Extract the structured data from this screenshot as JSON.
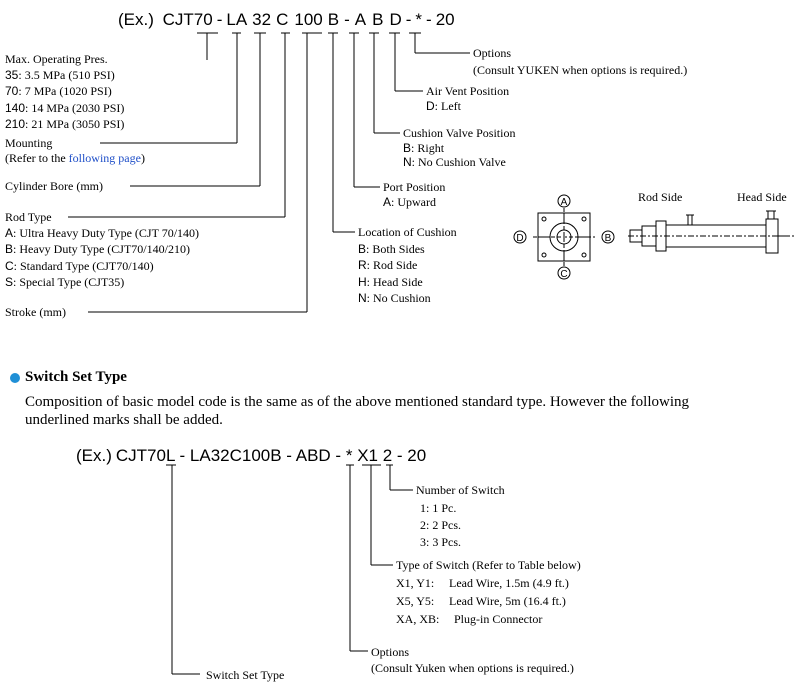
{
  "model_code": {
    "prefix": "(Ex.)",
    "parts": [
      "CJT70",
      "-",
      "LA",
      "32",
      "C",
      "100",
      "B",
      "-",
      "A",
      "B",
      "D",
      "-",
      "*",
      "-",
      "20"
    ]
  },
  "left_labels": {
    "max_pres_title": "Max. Operating Pres.",
    "pres_items": [
      {
        "code": "35",
        "text": ": 3.5 MPa (510 PSI)"
      },
      {
        "code": "70",
        "text": ": 7 MPa (1020 PSI)"
      },
      {
        "code": "140",
        "text": ": 14 MPa (2030 PSI)"
      },
      {
        "code": "210",
        "text": ": 21 MPa (3050 PSI)"
      }
    ],
    "mounting_title": "Mounting",
    "mounting_note_prefix": "(Refer to the ",
    "mounting_note_link": "following page",
    "mounting_note_suffix": ")",
    "bore": "Cylinder Bore (mm)",
    "rod_type_title": "Rod Type",
    "rod_items": [
      {
        "code": "A",
        "text": ": Ultra Heavy Duty Type (CJT 70/140)"
      },
      {
        "code": "B",
        "text": ": Heavy Duty Type (CJT70/140/210)"
      },
      {
        "code": "C",
        "text": ": Standard Type (CJT70/140)"
      },
      {
        "code": "S",
        "text": ": Special Type (CJT35)"
      }
    ],
    "stroke": "Stroke (mm)"
  },
  "right_labels": {
    "options_title": "Options",
    "options_note": "(Consult YUKEN when options is required.)",
    "air_vent_title": "Air Vent Position",
    "air_vent_code": "D",
    "air_vent_text": ": Left",
    "cushion_valve_title": "Cushion Valve Position",
    "cushion_valve_items": [
      {
        "code": "B",
        "text": ": Right"
      },
      {
        "code": "N",
        "text": ": No Cushion Valve"
      }
    ],
    "port_title": "Port Position",
    "port_code": "A",
    "port_text": ": Upward",
    "cushion_loc_title": "Location of Cushion",
    "cushion_loc_items": [
      {
        "code": "B",
        "text": ": Both Sides"
      },
      {
        "code": "R",
        "text": ": Rod Side"
      },
      {
        "code": "H",
        "text": ": Head Side"
      },
      {
        "code": "N",
        "text": ": No Cushion"
      }
    ]
  },
  "diagram": {
    "pos_a": "A",
    "pos_b": "B",
    "pos_c": "C",
    "pos_d": "D",
    "rod_side": "Rod Side",
    "head_side": "Head Side"
  },
  "switch_section": {
    "title": "Switch Set Type",
    "desc_line1": "Composition of basic model code is the same as of the above mentioned standard type.  However the following",
    "desc_line2": "underlined marks shall be added.",
    "code_prefix": "(Ex.)",
    "code_parts": [
      "CJT70",
      "L",
      " - LA32C100B - ABD - ",
      "*",
      " ",
      "X1",
      " ",
      "2",
      " - 20"
    ],
    "num_switch_title": "Number of Switch",
    "num_switch_items": [
      "1: 1 Pc.",
      "2: 2 Pcs.",
      "3: 3 Pcs."
    ],
    "type_switch_title": "Type of Switch (Refer to Table below)",
    "type_switch_items": [
      {
        "code": "X1, Y1:",
        "text": "Lead Wire, 1.5m (4.9 ft.)"
      },
      {
        "code": "X5, Y5:",
        "text": "Lead Wire, 5m (16.4 ft.)"
      },
      {
        "code": "XA, XB:",
        "text": "Plug-in Connector"
      }
    ],
    "options_title": "Options",
    "options_note": "(Consult Yuken when options is required.)",
    "switch_set_label": "Switch Set Type"
  }
}
